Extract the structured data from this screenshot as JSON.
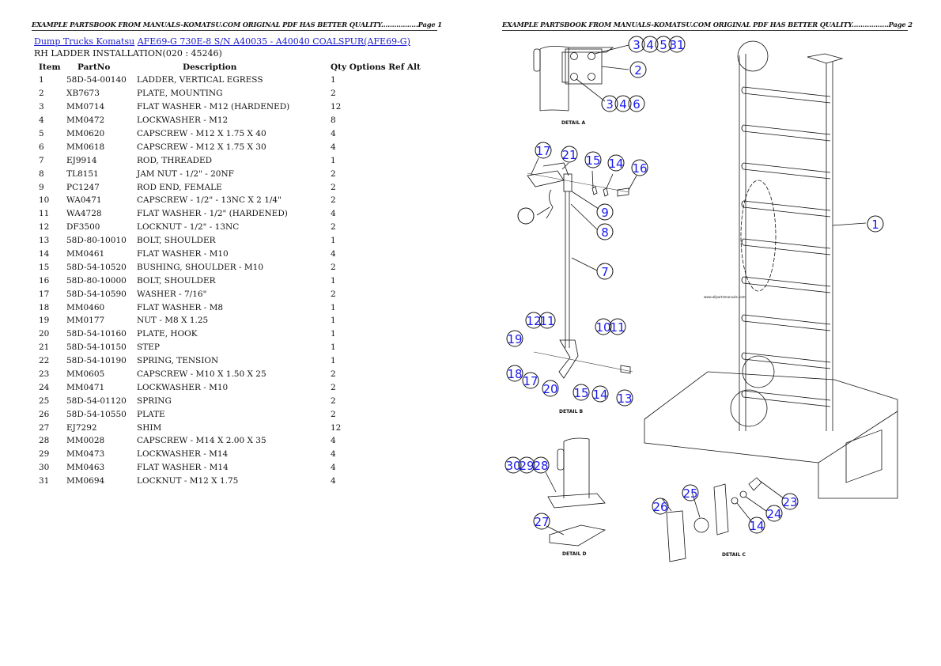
{
  "pages": [
    {
      "header": "EXAMPLE PARTSBOOK FROM MANUALS-KOMATSU.COM ORIGINAL PDF HAS BETTER QUALITY.................Page 1"
    },
    {
      "header": "EXAMPLE PARTSBOOK FROM MANUALS-KOMATSU.COM ORIGINAL PDF HAS BETTER QUALITY.................Page 2"
    }
  ],
  "breadcrumb": {
    "link1": "Dump Trucks Komatsu",
    "link2": "AFE69-G 730E-8 S/N A40035 - A40040 COALSPUR(AFE69-G)"
  },
  "subtitle": "RH LADDER INSTALLATION(020 : 45246)",
  "table": {
    "headers": {
      "item": "Item",
      "partno": "PartNo",
      "description": "Description",
      "rest": "Qty Options Ref Alt"
    },
    "rows": [
      {
        "item": "1",
        "partno": "58D-54-00140",
        "description": "LADDER, VERTICAL EGRESS",
        "qty": "1"
      },
      {
        "item": "2",
        "partno": "XB7673",
        "description": "PLATE, MOUNTING",
        "qty": "2"
      },
      {
        "item": "3",
        "partno": "MM0714",
        "description": "FLAT WASHER - M12 (HARDENED)",
        "qty": "12"
      },
      {
        "item": "4",
        "partno": "MM0472",
        "description": "LOCKWASHER - M12",
        "qty": "8"
      },
      {
        "item": "5",
        "partno": "MM0620",
        "description": "CAPSCREW - M12 X 1.75 X 40",
        "qty": "4"
      },
      {
        "item": "6",
        "partno": "MM0618",
        "description": "CAPSCREW - M12 X 1.75 X 30",
        "qty": "4"
      },
      {
        "item": "7",
        "partno": "EJ9914",
        "description": "ROD, THREADED",
        "qty": "1"
      },
      {
        "item": "8",
        "partno": "TL8151",
        "description": "JAM NUT - 1/2\" - 20NF",
        "qty": "2"
      },
      {
        "item": "9",
        "partno": "PC1247",
        "description": "ROD END, FEMALE",
        "qty": "2"
      },
      {
        "item": "10",
        "partno": "WA0471",
        "description": "CAPSCREW - 1/2\" - 13NC X 2 1/4\"",
        "qty": "2"
      },
      {
        "item": "11",
        "partno": "WA4728",
        "description": "FLAT WASHER - 1/2\" (HARDENED)",
        "qty": "4"
      },
      {
        "item": "12",
        "partno": "DF3500",
        "description": "LOCKNUT - 1/2\" - 13NC",
        "qty": "2"
      },
      {
        "item": "13",
        "partno": "58D-80-10010",
        "description": "BOLT, SHOULDER",
        "qty": "1"
      },
      {
        "item": "14",
        "partno": "MM0461",
        "description": "FLAT WASHER - M10",
        "qty": "4"
      },
      {
        "item": "15",
        "partno": "58D-54-10520",
        "description": "BUSHING, SHOULDER - M10",
        "qty": "2"
      },
      {
        "item": "16",
        "partno": "58D-80-10000",
        "description": "BOLT, SHOULDER",
        "qty": "1"
      },
      {
        "item": "17",
        "partno": "58D-54-10590",
        "description": "WASHER - 7/16\"",
        "qty": "2"
      },
      {
        "item": "18",
        "partno": "MM0460",
        "description": "FLAT WASHER - M8",
        "qty": "1"
      },
      {
        "item": "19",
        "partno": "MM0177",
        "description": "NUT - M8 X 1.25",
        "qty": "1"
      },
      {
        "item": "20",
        "partno": "58D-54-10160",
        "description": "PLATE, HOOK",
        "qty": "1"
      },
      {
        "item": "21",
        "partno": "58D-54-10150",
        "description": "STEP",
        "qty": "1"
      },
      {
        "item": "22",
        "partno": "58D-54-10190",
        "description": "SPRING, TENSION",
        "qty": "1"
      },
      {
        "item": "23",
        "partno": "MM0605",
        "description": "CAPSCREW - M10 X 1.50 X 25",
        "qty": "2"
      },
      {
        "item": "24",
        "partno": "MM0471",
        "description": "LOCKWASHER - M10",
        "qty": "2"
      },
      {
        "item": "25",
        "partno": "58D-54-01120",
        "description": "SPRING",
        "qty": "2"
      },
      {
        "item": "26",
        "partno": "58D-54-10550",
        "description": "PLATE",
        "qty": "2"
      },
      {
        "item": "27",
        "partno": "EJ7292",
        "description": "SHIM",
        "qty": "12"
      },
      {
        "item": "28",
        "partno": "MM0028",
        "description": "CAPSCREW - M14 X 2.00 X 35",
        "qty": "4"
      },
      {
        "item": "29",
        "partno": "MM0473",
        "description": "LOCKWASHER - M14",
        "qty": "4"
      },
      {
        "item": "30",
        "partno": "MM0463",
        "description": "FLAT WASHER - M14",
        "qty": "4"
      },
      {
        "item": "31",
        "partno": "MM0694",
        "description": "LOCKNUT - M12 X 1.75",
        "qty": "4"
      }
    ]
  },
  "diagram": {
    "detail_labels": {
      "a": "DETAIL A",
      "b": "DETAIL B",
      "c": "DETAIL C",
      "d": "DETAIL D"
    },
    "watermark": "www.allpartsmanuals.com",
    "callouts": {
      "a_top": [
        "3",
        "4",
        "5",
        "31"
      ],
      "a_mid": "2",
      "a_bot": [
        "3",
        "4",
        "6"
      ],
      "b1": [
        "17",
        "21",
        "15",
        "14",
        "16"
      ],
      "b2": [
        "9",
        "8",
        "7",
        ""
      ],
      "b3": [
        "12",
        "11",
        "10",
        "11",
        "19",
        "18",
        "17",
        "20",
        "15",
        "14",
        "13"
      ],
      "main": "1",
      "d": [
        "30",
        "29",
        "28",
        "27"
      ],
      "c": [
        "26",
        "25",
        "14",
        "24",
        "23"
      ]
    }
  }
}
